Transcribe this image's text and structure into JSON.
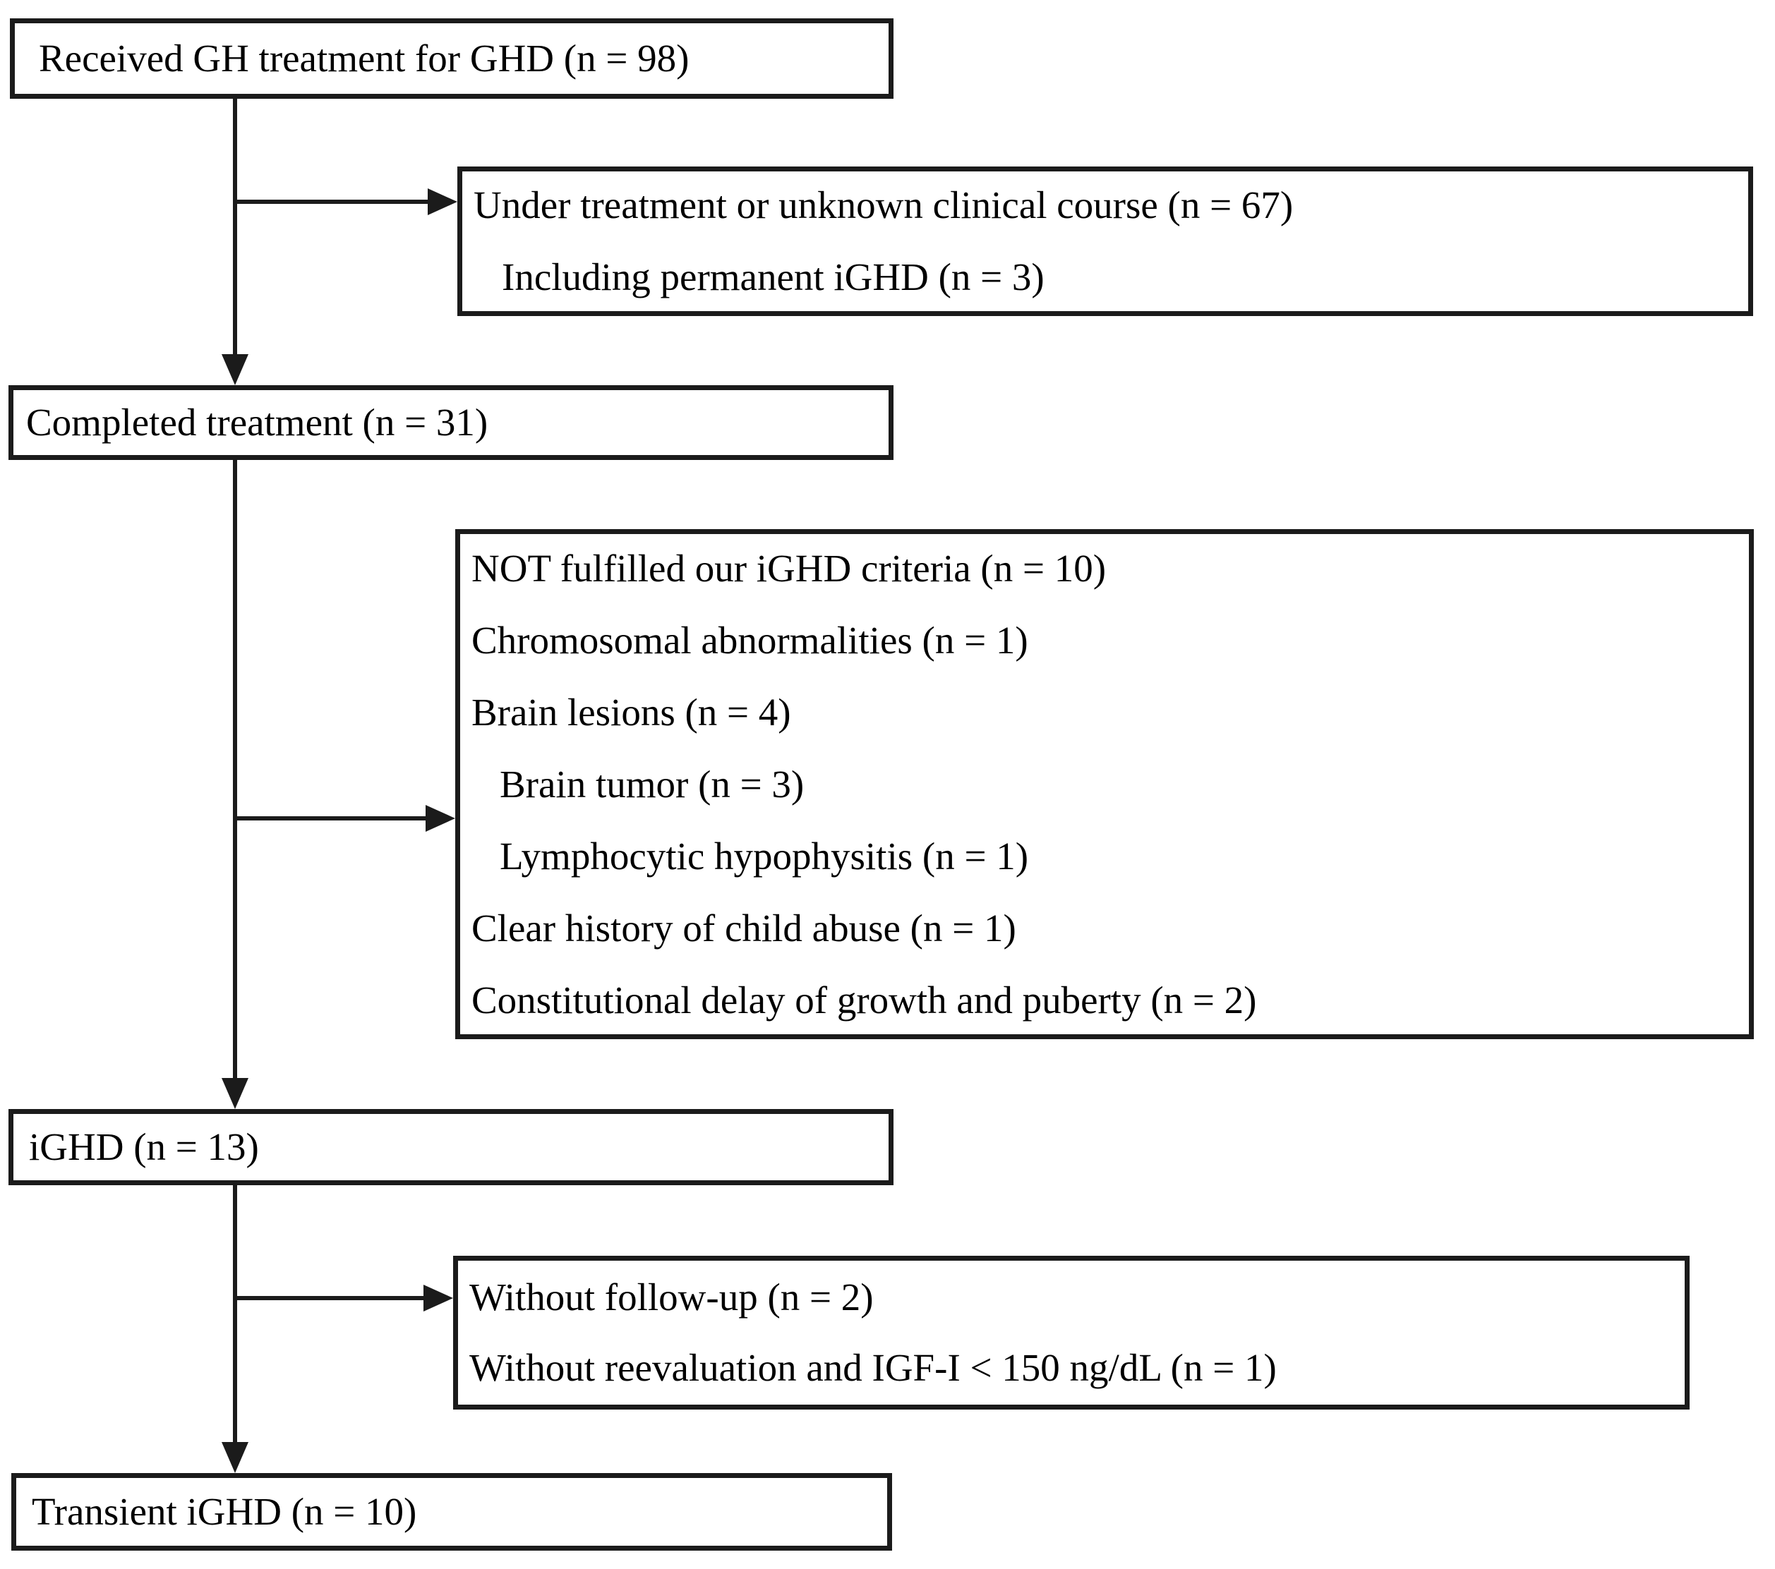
{
  "colors": {
    "ink": "#000000",
    "box_border": "#1b1b1b",
    "background": "#ffffff"
  },
  "flow": {
    "received": {
      "lines": [
        "Received GH treatment for GHD (n = 98)"
      ]
    },
    "excluded_under_treatment": {
      "lines": [
        "Under treatment or unknown clinical course (n = 67)",
        "Including permanent iGHD (n = 3)"
      ]
    },
    "completed": {
      "lines": [
        "Completed treatment (n = 31)"
      ]
    },
    "excluded_criteria": {
      "lines": [
        "NOT fulfilled our iGHD criteria (n = 10)",
        "Chromosomal abnormalities (n = 1)",
        "Brain lesions (n = 4)",
        "Brain tumor (n = 3)",
        "Lymphocytic hypophysitis (n = 1)",
        "Clear history of child abuse (n = 1)",
        "Constitutional delay of growth and puberty (n = 2)"
      ]
    },
    "ighd": {
      "lines": [
        "iGHD (n = 13)"
      ]
    },
    "excluded_followup": {
      "lines": [
        "Without follow-up (n = 2)",
        "Without reevaluation and IGF-I < 150 ng/dL (n = 1)"
      ]
    },
    "transient": {
      "lines": [
        "Transient iGHD (n = 10)"
      ]
    }
  }
}
